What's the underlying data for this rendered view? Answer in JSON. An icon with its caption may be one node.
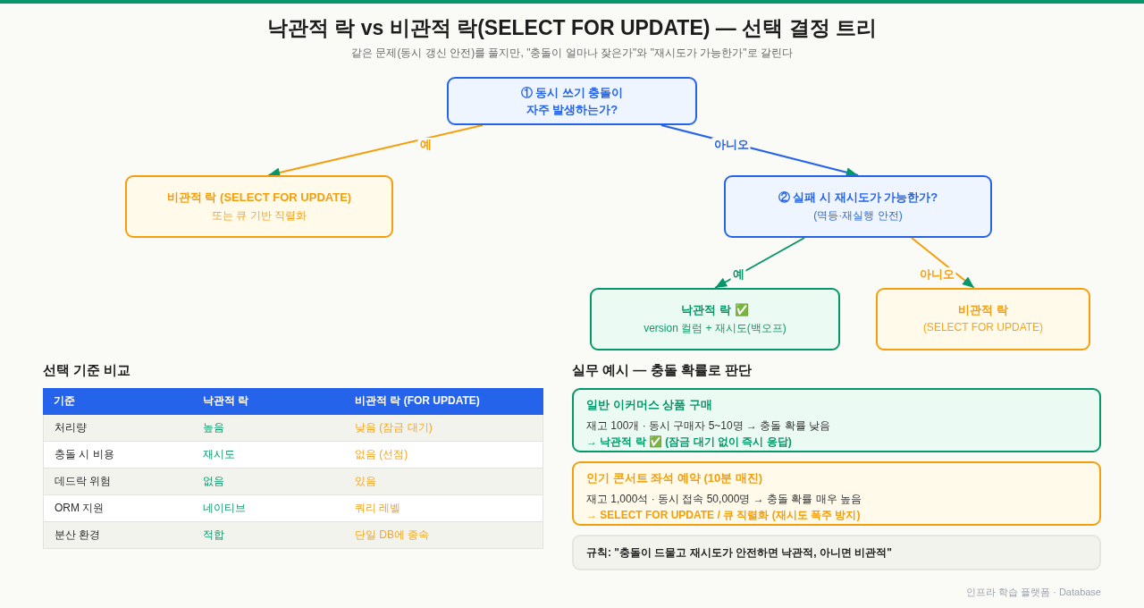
{
  "diagram": {
    "title": "낙관적 락 vs 비관적 락(SELECT FOR UPDATE) — 선택 결정 트리",
    "nodes": [
      {
        "text": [
          "① 동시 쓰기 충돌이 자주 발생하는가?"
        ]
      },
      {
        "text": [
          "비관적 락 (SELECT FOR UPDATE)",
          "또는 큐 기반 직렬화"
        ]
      },
      {
        "text": [
          "② 실패 시 재시도가 가능한가?",
          "(멱등·재실행 안전)"
        ]
      },
      {
        "text": [
          "낙관적 락 ✅",
          "version 컬럼 + 재시도(백오프)"
        ]
      },
      {
        "text": [
          "비관적 락",
          "(SELECT FOR UPDATE)"
        ]
      },
      {
        "text": [
          "일반 이커머스 상품 구매",
          "재고 100개 · 동시 구매자 5~10명 → 충돌 확률 낮음",
          "→ 낙관적 락 ✅ (잠금 대기 없이 즉시 응답)"
        ]
      },
      {
        "text": [
          "인기 콘서트 좌석 예약 (10분 매진)",
          "재고 1,000석 · 동시 접속 50,000명 → 충돌 확률 매우 높음",
          "→ SELECT FOR UPDATE / 큐 직렬화 (재시도 폭주 방지)"
        ]
      },
      {
        "text": [
          "규칙: \"충돌이 드물고 재시도가 안전하면 낙관적, 아니면 비관적\""
        ]
      }
    ],
    "edges": [
      {
        "from": 0,
        "to": 1,
        "arrow": "to",
        "label": "예",
        "color": "#f59e0b"
      },
      {
        "from": 0,
        "to": 2,
        "arrow": "to",
        "label": "아니오",
        "color": "#2563eb"
      },
      {
        "from": 2,
        "to": 3,
        "arrow": "to",
        "label": "예",
        "color": "#059669"
      },
      {
        "from": 2,
        "to": 4,
        "arrow": "to",
        "label": "아니오",
        "color": "#f59e0b"
      }
    ],
    "labels": [
      "같은 문제(동시 갱신 안전)를 풀지만, \"충돌이 얼마나 잦은가\"와 \"재시도가 가능한가\"로 갈린다",
      "선택 기준 비교",
      "기준",
      "낙관적 락",
      "비관적 락 (FOR UPDATE)",
      "처리량",
      "높음",
      "낮음 (잠금 대기)",
      "충돌 시 비용",
      "재시도",
      "없음 (선점)",
      "데드락 위험",
      "없음",
      "있음",
      "ORM 지원",
      "네이티브",
      "쿼리 레벨",
      "분산 환경",
      "적합",
      "단일 DB에 종속",
      "실무 예시 — 충돌 확률로 판단",
      "인프라 학습 플랫폼 · Database"
    ]
  }
}
